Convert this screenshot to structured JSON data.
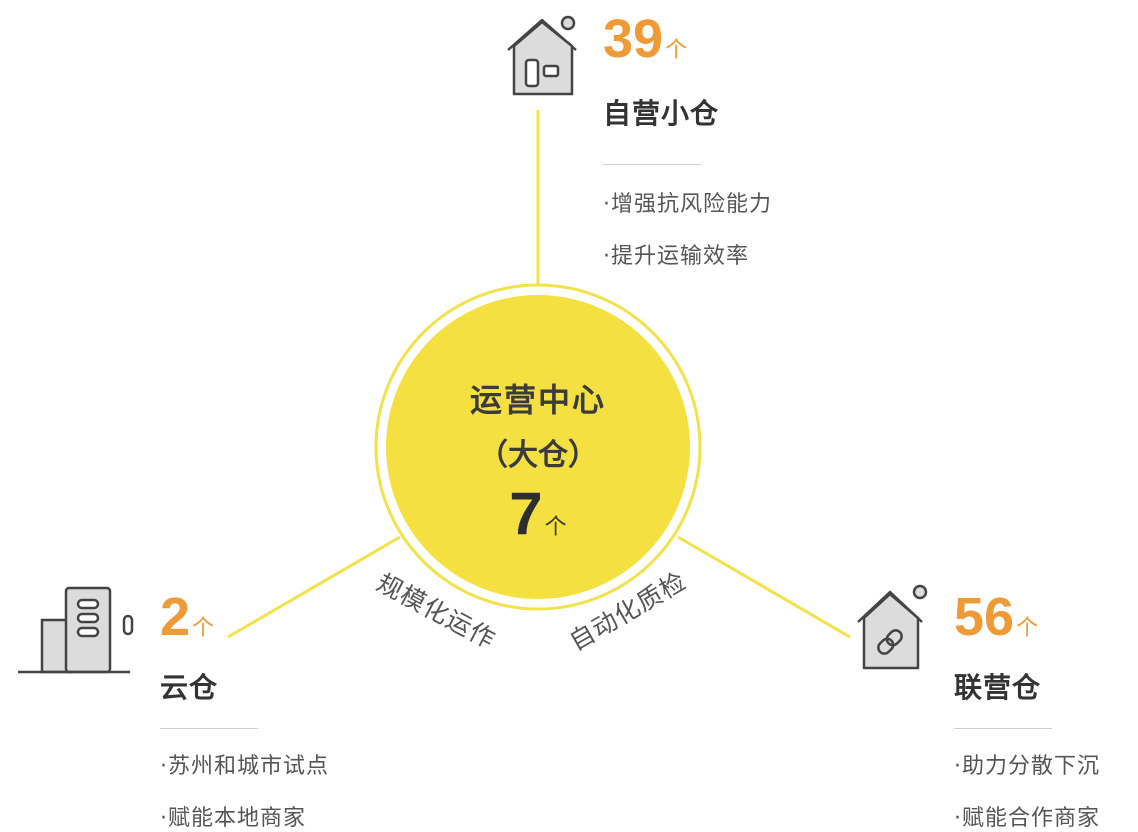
{
  "center": {
    "title": "运营中心",
    "subtitle": "（大仓）",
    "count": "7",
    "unit": "个"
  },
  "arc_labels": {
    "left": "规模化运作",
    "right": "自动化质检"
  },
  "nodes": {
    "self_run": {
      "count": "39",
      "unit": "个",
      "title": "自营小仓",
      "bullets": [
        "·增强抗风险能力",
        "·提升运输效率"
      ]
    },
    "cloud": {
      "count": "2",
      "unit": "个",
      "title": "云仓",
      "bullets": [
        "·苏州和城市试点",
        "·赋能本地商家"
      ]
    },
    "joint": {
      "count": "56",
      "unit": "个",
      "title": "联营仓",
      "bullets": [
        "·助力分散下沉",
        "·赋能合作商家"
      ]
    }
  },
  "icons": {
    "self_run": "house-door-icon",
    "cloud": "building-icon",
    "joint": "house-link-icon"
  },
  "colors": {
    "hub_yellow": "#f4e141",
    "line_yellow": "#f2e24a",
    "accent_orange": "#ee9a36",
    "icon_fill": "#dcdcdc",
    "icon_stroke": "#444444"
  }
}
